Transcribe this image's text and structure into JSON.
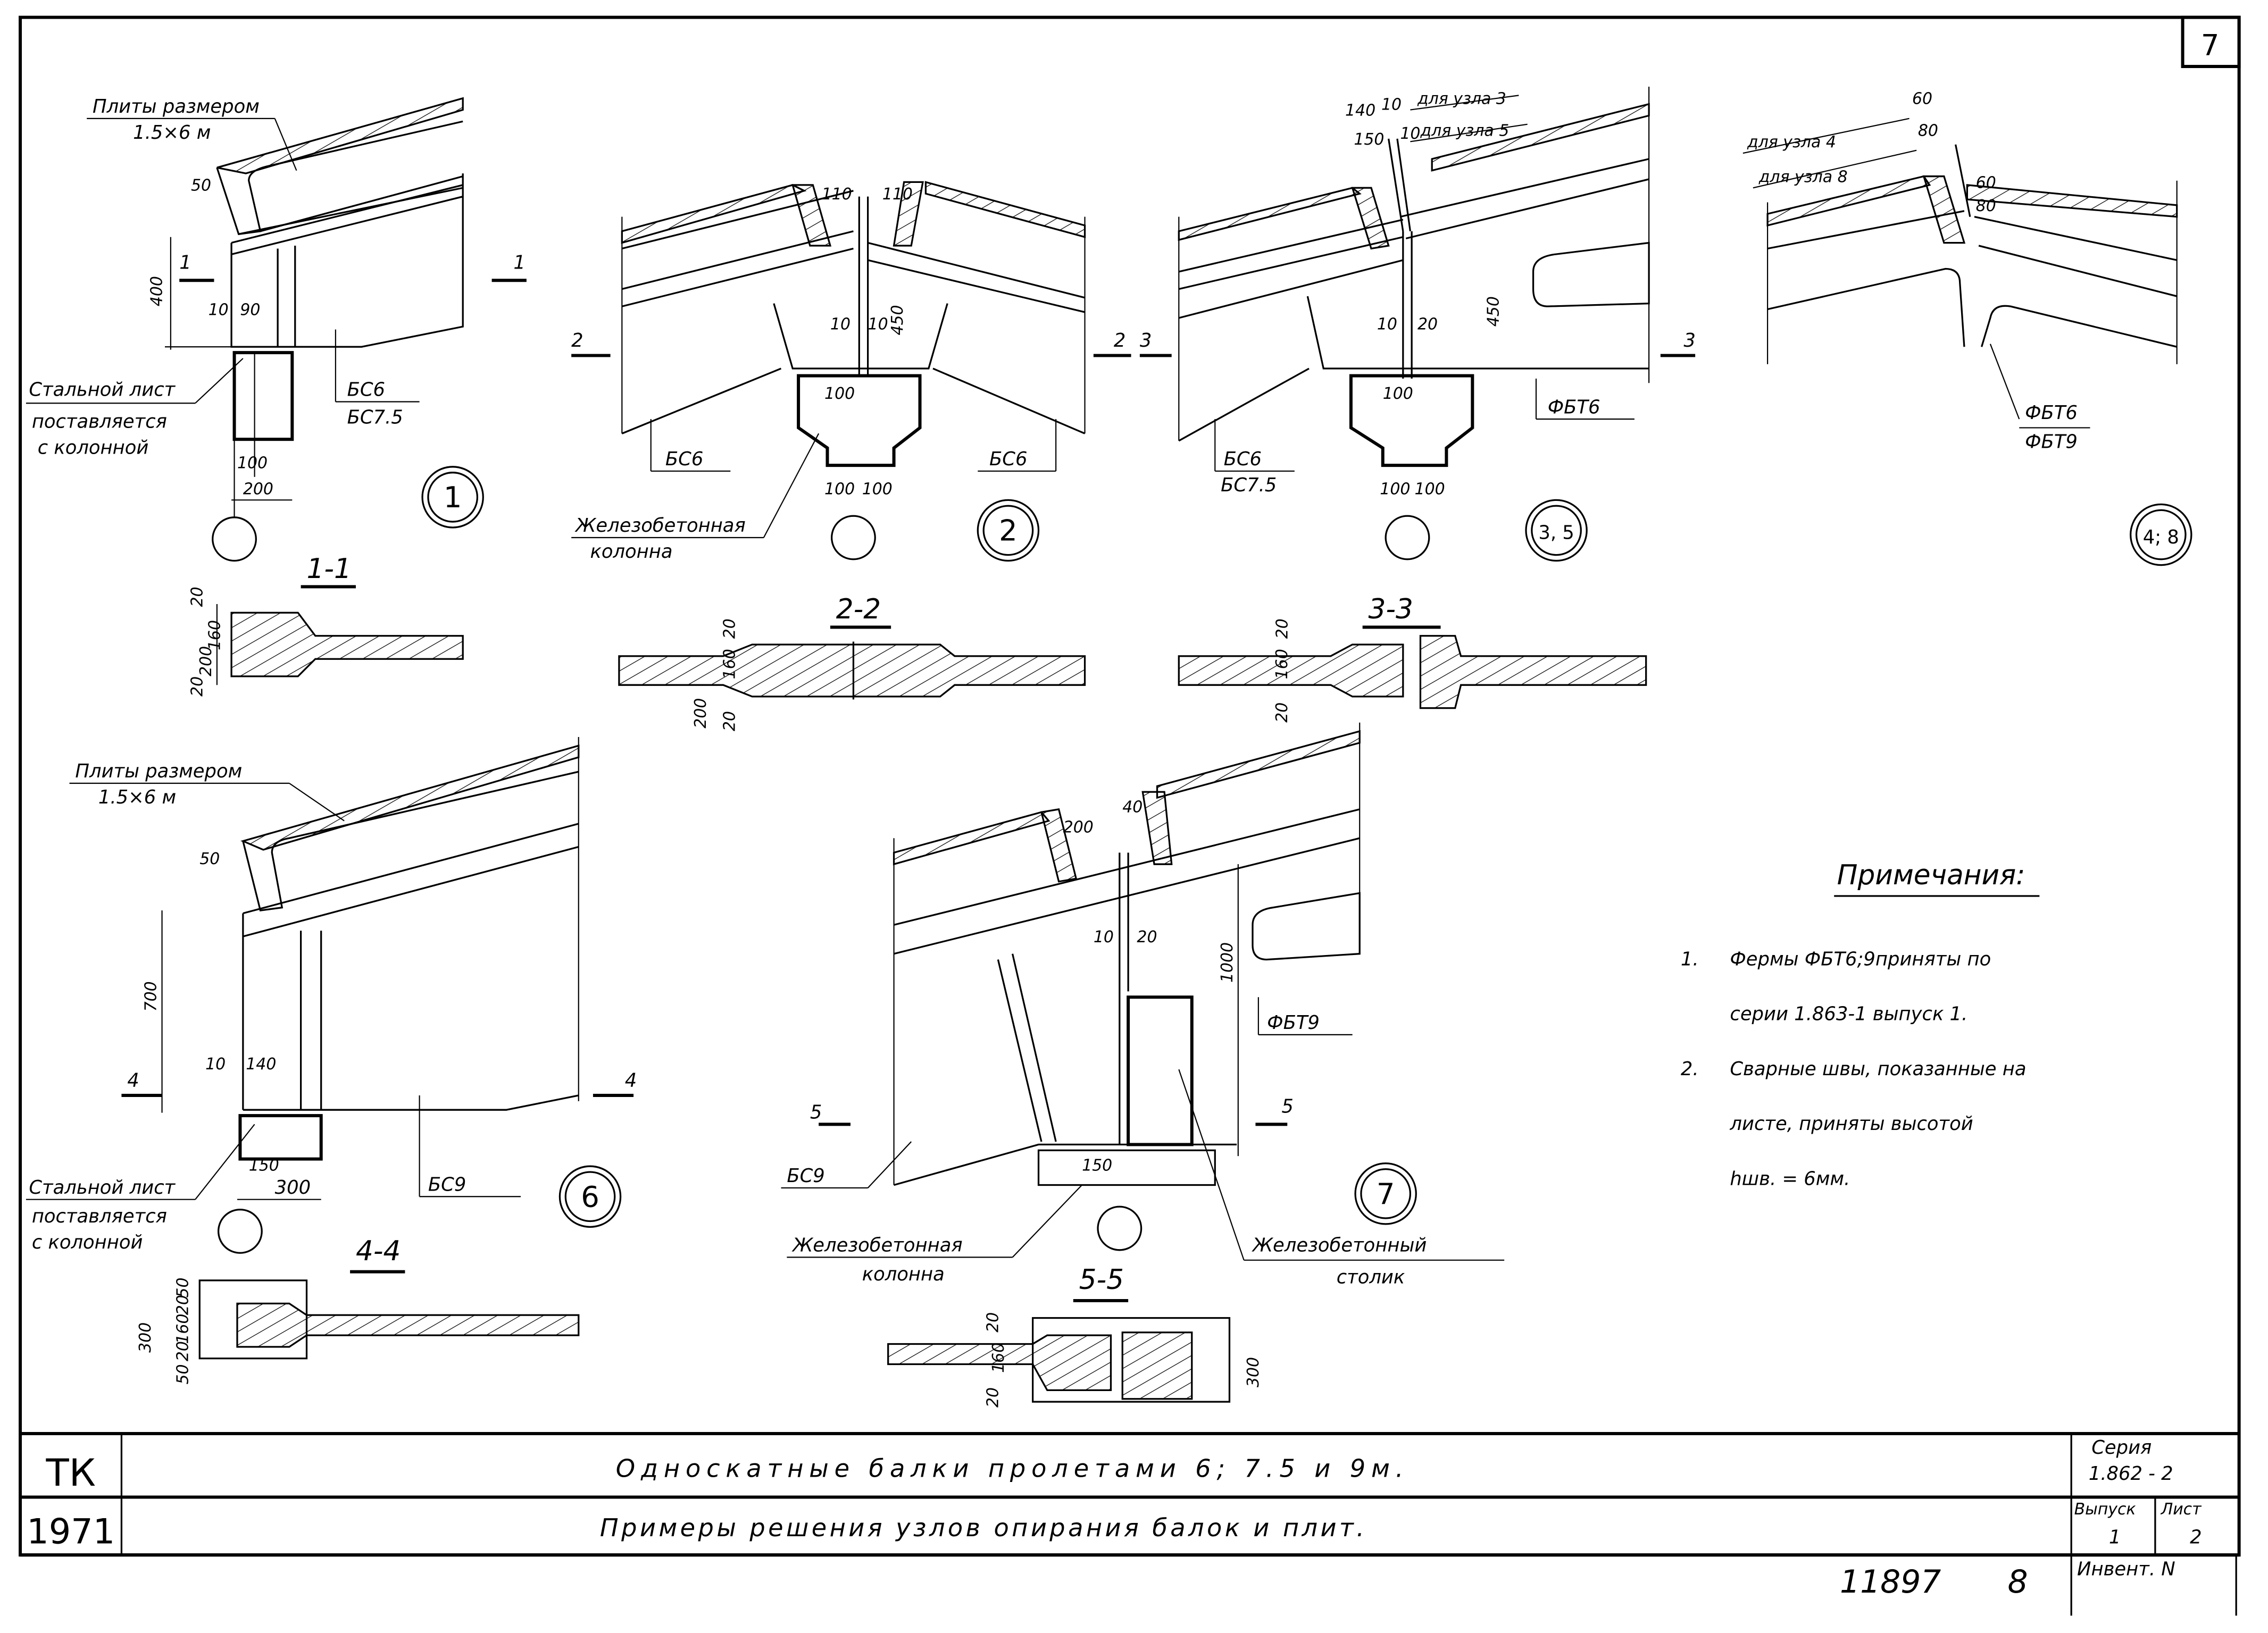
{
  "sheet": {
    "corner_number": "7",
    "inventory_number": "11897",
    "inventory_suffix": "8"
  },
  "details": [
    {
      "id": "1",
      "labels": {
        "slab_callout_line1": "Плиты размером",
        "slab_callout_line2": "1.5×6 м",
        "dim_50": "50",
        "dim_400": "400",
        "dim_10": "10",
        "dim_90": "90",
        "dim_100": "100",
        "dim_200": "200",
        "beam_mark_1": "БС6",
        "beam_mark_2": "БС7.5",
        "section_mark": "1",
        "steel_note_line1": "Стальной лист",
        "steel_note_line2": "поставляется",
        "steel_note_line3": "с колонной"
      }
    },
    {
      "id": "2",
      "labels": {
        "dim_110_left": "110",
        "dim_110_right": "110",
        "dim_10_left": "10",
        "dim_10_right": "10",
        "dim_450": "450",
        "dim_100_top": "100",
        "dim_100_left": "100",
        "dim_100_right": "100",
        "beam_left": "БС6",
        "beam_right": "БС6",
        "section_mark": "2",
        "column_note_line1": "Железобетонная",
        "column_note_line2": "колонна"
      }
    },
    {
      "id": "3, 5",
      "labels": {
        "dim_140": "140",
        "dim_10_a": "10",
        "note_node3": "для узла 3",
        "dim_150": "150",
        "dim_10_b": "10",
        "note_node5": "для узла 5",
        "dim_450": "450",
        "dim_10": "10",
        "dim_20": "20",
        "dim_100_top": "100",
        "dim_100_left": "100",
        "dim_100_right": "100",
        "truss_mark": "ФБТ6",
        "beam_mark_1": "БС6",
        "beam_mark_2": "БС7.5",
        "section_mark": "3"
      }
    },
    {
      "id": "4; 8",
      "labels": {
        "note_node4": "для узла 4",
        "note_node8": "для узла 8",
        "dim_60_left": "60",
        "dim_80_left": "80",
        "dim_60_right": "60",
        "dim_80_right": "80",
        "truss_mark_1": "ФБТ6",
        "truss_mark_2": "ФБТ9"
      }
    },
    {
      "id": "6",
      "labels": {
        "slab_callout_line1": "Плиты размером",
        "slab_callout_line2": "1.5×6 м",
        "dim_50": "50",
        "dim_700": "700",
        "dim_10": "10",
        "dim_140": "140",
        "dim_150": "150",
        "dim_300": "300",
        "beam_mark": "БС9",
        "section_mark": "4",
        "steel_note_line1": "Стальной лист",
        "steel_note_line2": "поставляется",
        "steel_note_line3": "с колонной"
      }
    },
    {
      "id": "7",
      "labels": {
        "dim_200": "200",
        "dim_40": "40",
        "dim_10": "10",
        "dim_20": "20",
        "dim_1000": "1000",
        "dim_150": "150",
        "truss_mark": "ФБТ9",
        "beam_mark": "БС9",
        "section_mark": "5",
        "column_note_line1": "Железобетонная",
        "column_note_line2": "колонна",
        "table_note_line1": "Железобетонный",
        "table_note_line2": "столик"
      }
    }
  ],
  "sections": [
    {
      "title": "1-1",
      "dims": [
        "200",
        "20",
        "160",
        "20"
      ]
    },
    {
      "title": "2-2",
      "dims": [
        "20",
        "160",
        "200",
        "20"
      ]
    },
    {
      "title": "3-3",
      "dims": [
        "20",
        "160",
        "20"
      ]
    },
    {
      "title": "4-4",
      "dims": [
        "300",
        "50",
        "20",
        "160",
        "20",
        "50"
      ]
    },
    {
      "title": "5-5",
      "dims": [
        "20",
        "160",
        "20",
        "300"
      ]
    }
  ],
  "notes": {
    "heading": "Примечания:",
    "items": [
      {
        "num": "1.",
        "line1": "Фермы ФБТ6;9приняты по",
        "line2": "серии 1.863-1  выпуск 1."
      },
      {
        "num": "2.",
        "line1": "Сварные швы, показанные на",
        "line2": "листе, приняты высотой",
        "line3": "hшв. = 6мм."
      }
    ]
  },
  "title_block": {
    "org": "ТК",
    "year": "1971",
    "title": "Односкатные  балки пролетами 6; 7.5  и 9м.",
    "subtitle": "Примеры решения узлов опирания балок и плит.",
    "series_label": "Серия",
    "series_value": "1.862 - 2",
    "issue_label": "Выпуск",
    "issue_value": "1",
    "sheet_label": "Лист",
    "sheet_value": "2",
    "inventory_label": "Инвент. N"
  }
}
